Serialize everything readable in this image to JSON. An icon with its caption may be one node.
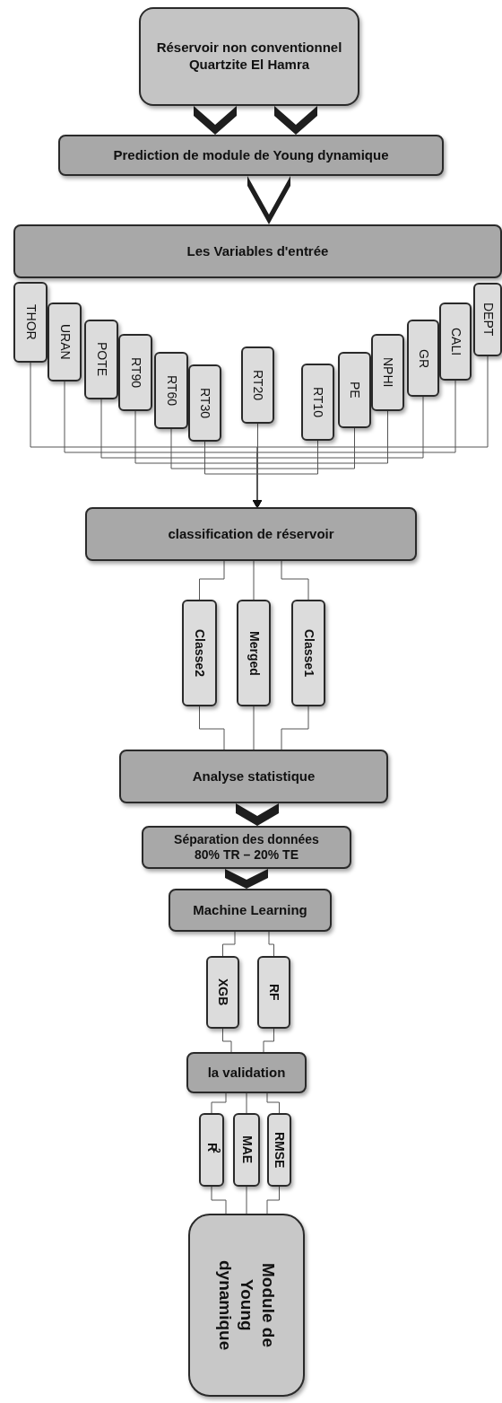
{
  "diagram": {
    "nodes": [
      {
        "text": [
          "Réservoir non conventionnel Quartzite El Hamra"
        ]
      },
      {
        "text": [
          "Prediction de module de Young dynamique"
        ]
      },
      {
        "text": [
          "Les Variables d'entrée"
        ]
      },
      {
        "text": [
          "THOR"
        ]
      },
      {
        "text": [
          "URAN"
        ]
      },
      {
        "text": [
          "POTE"
        ]
      },
      {
        "text": [
          "RT90"
        ]
      },
      {
        "text": [
          "RT60"
        ]
      },
      {
        "text": [
          "RT30"
        ]
      },
      {
        "text": [
          "RT20"
        ]
      },
      {
        "text": [
          "RT10"
        ]
      },
      {
        "text": [
          "PE"
        ]
      },
      {
        "text": [
          "NPHI"
        ]
      },
      {
        "text": [
          "GR"
        ]
      },
      {
        "text": [
          "CALI"
        ]
      },
      {
        "text": [
          "DEPT"
        ]
      },
      {
        "text": [
          "classification de réservoir"
        ]
      },
      {
        "text": [
          "Classe2"
        ]
      },
      {
        "text": [
          "Merged"
        ]
      },
      {
        "text": [
          "Classe1"
        ]
      },
      {
        "text": [
          "Analyse statistique"
        ]
      },
      {
        "text": [
          "Séparation des données 80% TR – 20% TE"
        ]
      },
      {
        "text": [
          "Machine Learning"
        ]
      },
      {
        "text": [
          "XGB"
        ]
      },
      {
        "text": [
          "RF"
        ]
      },
      {
        "text": [
          "la validation"
        ]
      },
      {
        "text": [
          "R$^{2}$"
        ]
      },
      {
        "text": [
          "MAE"
        ]
      },
      {
        "text": [
          "RMSE"
        ]
      },
      {
        "text": [
          "Module de Young dynamique"
        ]
      }
    ],
    "edges": [
      {
        "from": 0,
        "to": 1,
        "arrow": "to",
        "style": "thick"
      },
      {
        "from": 0,
        "to": 1,
        "arrow": "to",
        "style": "thick"
      },
      {
        "from": 1,
        "to": 2,
        "arrow": "to",
        "style": "thick"
      },
      {
        "from": 3,
        "to": 16,
        "arrow": "to"
      },
      {
        "from": 4,
        "to": 16,
        "arrow": "to"
      },
      {
        "from": 5,
        "to": 16,
        "arrow": "to"
      },
      {
        "from": 6,
        "to": 16,
        "arrow": "to"
      },
      {
        "from": 7,
        "to": 16,
        "arrow": "to"
      },
      {
        "from": 8,
        "to": 16,
        "arrow": "to"
      },
      {
        "from": 9,
        "to": 16,
        "arrow": "to"
      },
      {
        "from": 10,
        "to": 16,
        "arrow": "to"
      },
      {
        "from": 11,
        "to": 16,
        "arrow": "to"
      },
      {
        "from": 12,
        "to": 16,
        "arrow": "to"
      },
      {
        "from": 13,
        "to": 16,
        "arrow": "to"
      },
      {
        "from": 14,
        "to": 16,
        "arrow": "to"
      },
      {
        "from": 15,
        "to": 16,
        "arrow": "to"
      },
      {
        "from": 16,
        "to": 17,
        "arrow": "none"
      },
      {
        "from": 16,
        "to": 18,
        "arrow": "none"
      },
      {
        "from": 16,
        "to": 19,
        "arrow": "none"
      },
      {
        "from": 17,
        "to": 20,
        "arrow": "none"
      },
      {
        "from": 18,
        "to": 20,
        "arrow": "none"
      },
      {
        "from": 19,
        "to": 20,
        "arrow": "none"
      },
      {
        "from": 20,
        "to": 21,
        "arrow": "to",
        "style": "thick"
      },
      {
        "from": 21,
        "to": 22,
        "arrow": "to",
        "style": "thick"
      },
      {
        "from": 22,
        "to": 23,
        "arrow": "none"
      },
      {
        "from": 22,
        "to": 24,
        "arrow": "none"
      },
      {
        "from": 23,
        "to": 25,
        "arrow": "none"
      },
      {
        "from": 24,
        "to": 25,
        "arrow": "none"
      },
      {
        "from": 25,
        "to": 26,
        "arrow": "none"
      },
      {
        "from": 25,
        "to": 27,
        "arrow": "none"
      },
      {
        "from": 25,
        "to": 28,
        "arrow": "none"
      },
      {
        "from": 26,
        "to": 29,
        "arrow": "none"
      },
      {
        "from": 27,
        "to": 29,
        "arrow": "none"
      },
      {
        "from": 28,
        "to": 29,
        "arrow": "none"
      }
    ]
  }
}
